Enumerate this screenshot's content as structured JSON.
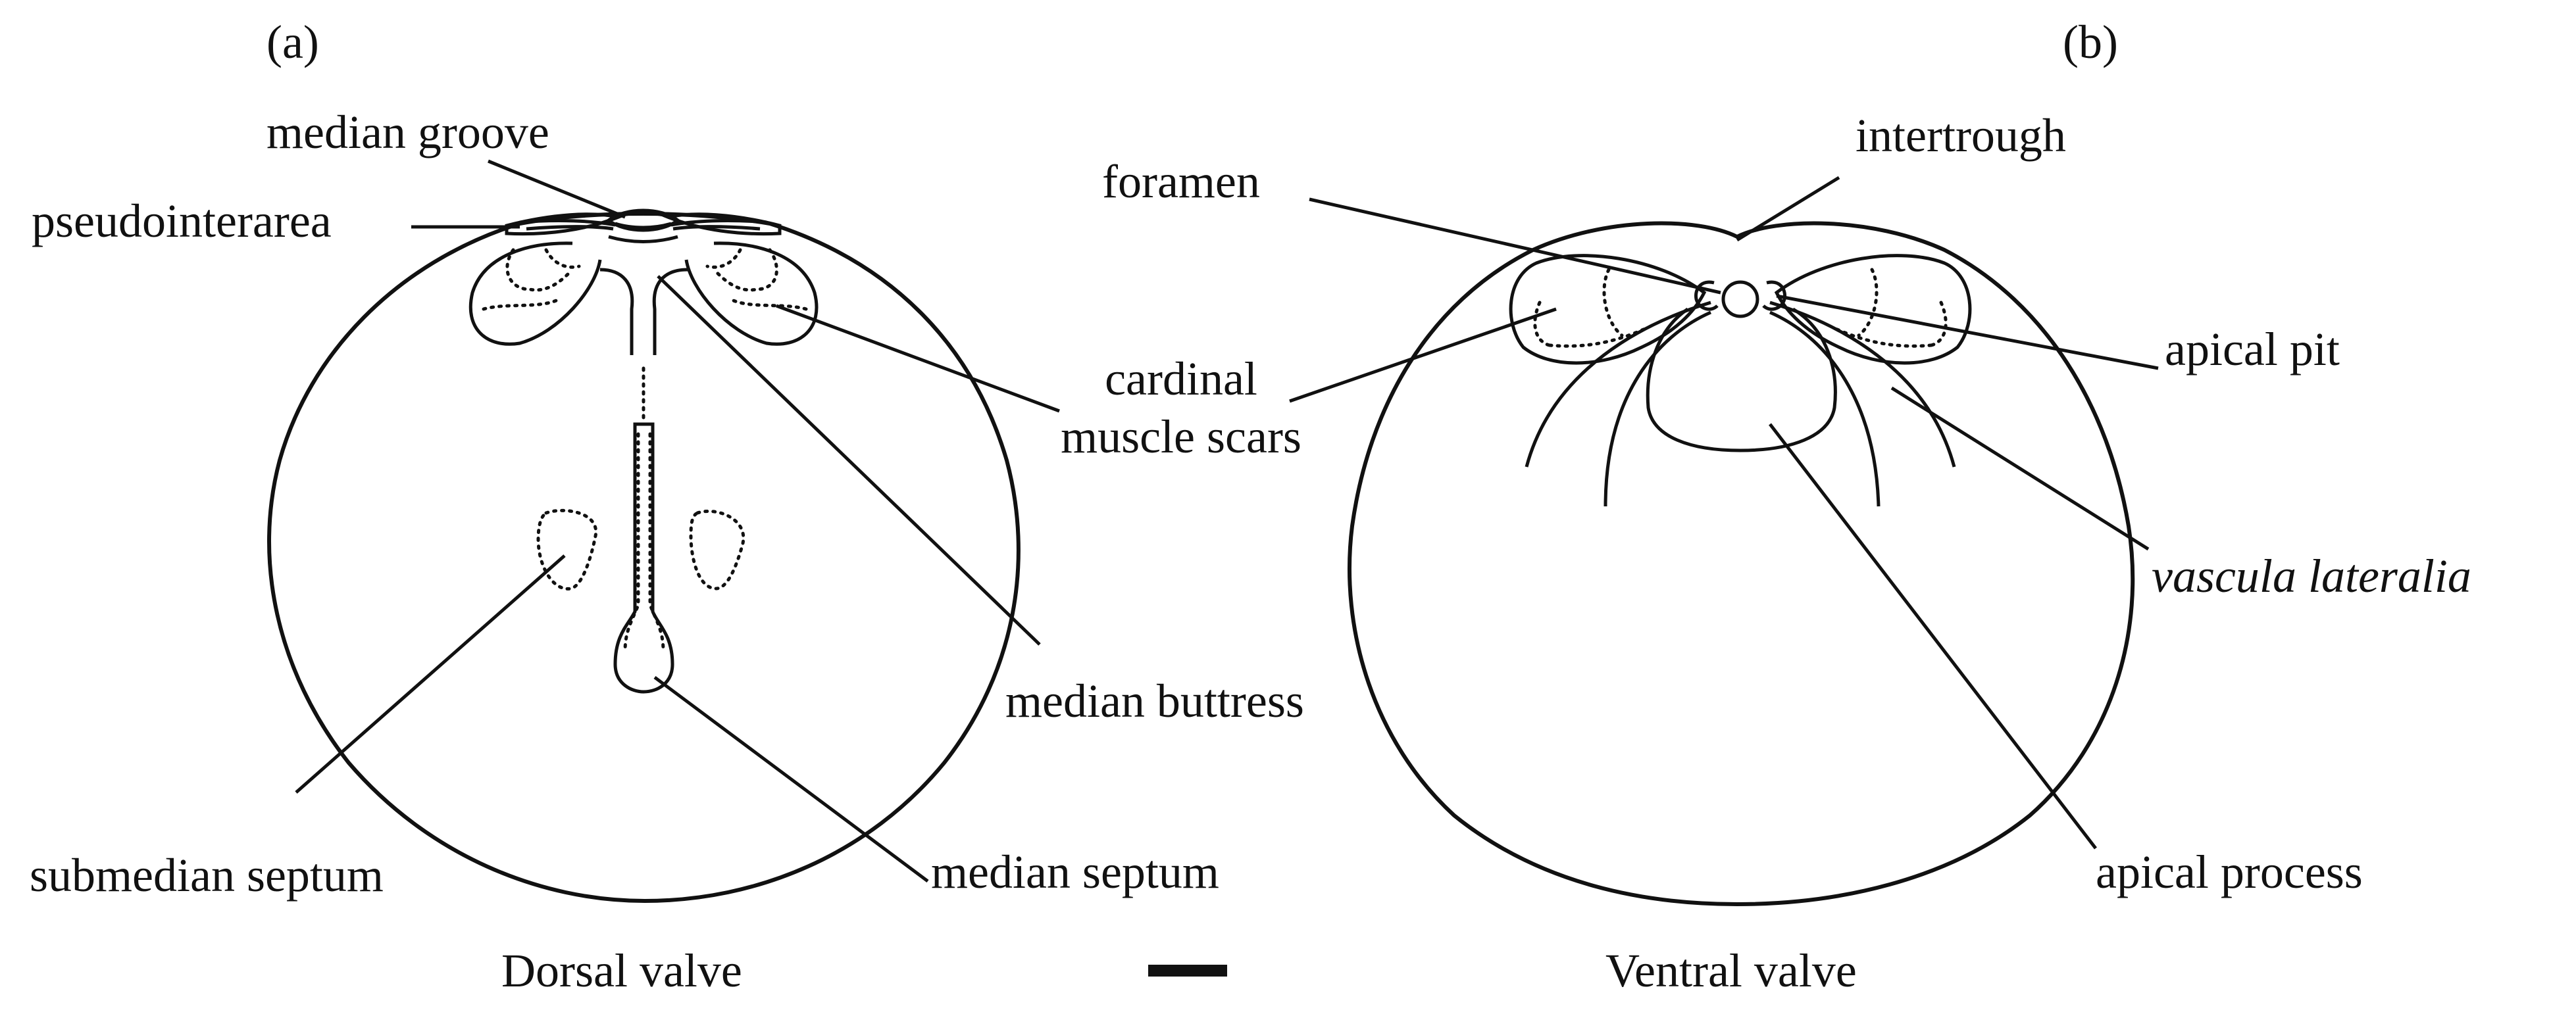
{
  "panels": {
    "a": {
      "tag": "(a)",
      "caption": "Dorsal valve",
      "labels": {
        "median_groove": "median groove",
        "pseudointerarea": "pseudointerarea",
        "cardinal_line1": "cardinal",
        "cardinal_line2": "muscle scars",
        "median_buttress": "median buttress",
        "submedian_septum": "submedian septum",
        "median_septum": "median septum"
      }
    },
    "b": {
      "tag": "(b)",
      "caption": "Ventral valve",
      "labels": {
        "intertrough": "intertrough",
        "foramen": "foramen",
        "apical_pit": "apical pit",
        "vascula_lateralia": "vascula lateralia",
        "apical_process": "apical process"
      }
    }
  },
  "scale_bar": "",
  "colors": {
    "ink": "#111111",
    "shell_light": "#f2f2f2",
    "shell_dark": "#bdbdbd"
  }
}
